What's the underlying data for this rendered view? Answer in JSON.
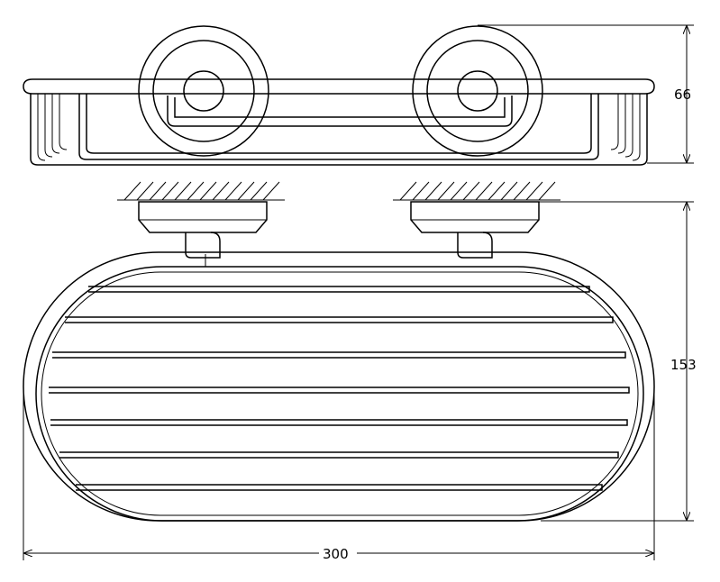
{
  "dimensions": {
    "height_label": "66",
    "depth_label": "153",
    "width_label": "300"
  },
  "colors": {
    "line": "#000000",
    "background": "#ffffff"
  }
}
